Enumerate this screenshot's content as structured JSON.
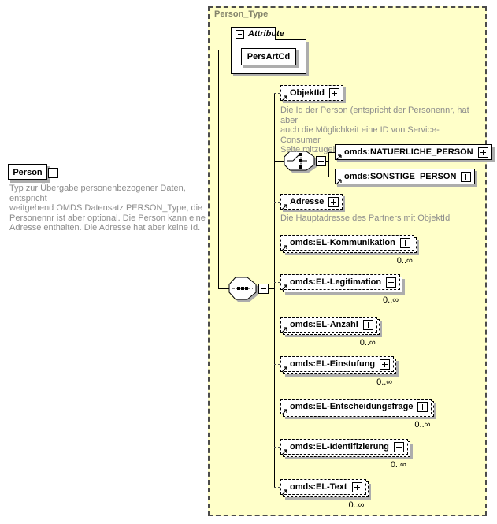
{
  "diagram": {
    "frame": {
      "label": "Person_Type"
    },
    "root": {
      "label": "Person",
      "annotation": "Typ zur Übergabe personenbezogener Daten, entspricht\nweitgehend OMDS Datensatz PERSON_Type, die\nPersonennr ist aber optional. Die Person kann eine\nAdresse enthalten. Die Adresse hat aber keine Id."
    },
    "attributes": {
      "section_label": "Attribute",
      "items": [
        {
          "name": "PersArtCd"
        }
      ]
    },
    "children": {
      "objektid": {
        "label": "ObjektId",
        "annotation": "Die Id der Person (entspricht der Personennr, hat aber\nauch die Möglichkeit eine ID von Service-Consumer\nSeite mitzugeben)"
      },
      "natuerliche_person": {
        "label": "omds:NATUERLICHE_PERSON"
      },
      "sonstige_person": {
        "label": "omds:SONSTIGE_PERSON"
      },
      "adresse": {
        "label": "Adresse",
        "annotation": "Die Hauptadresse des Partners mit ObjektId"
      },
      "el_kommunikation": {
        "label": "omds:EL-Kommunikation",
        "occurs": "0..∞"
      },
      "el_legitimation": {
        "label": "omds:EL-Legitimation",
        "occurs": "0..∞"
      },
      "el_anzahl": {
        "label": "omds:EL-Anzahl",
        "occurs": "0..∞"
      },
      "el_einstufung": {
        "label": "omds:EL-Einstufung",
        "occurs": "0..∞"
      },
      "el_entscheidungsfrage": {
        "label": "omds:EL-Entscheidungsfrage",
        "occurs": "0..∞"
      },
      "el_identifizierung": {
        "label": "omds:EL-Identifizierung",
        "occurs": "0..∞"
      },
      "el_text": {
        "label": "omds:EL-Text",
        "occurs": "0..∞"
      }
    },
    "colors": {
      "frame_background": "#ffffc9",
      "frame_label": "#83836b",
      "annotation_text": "#8c8c8c",
      "box_shadow": "#adadad",
      "line": "#000000"
    }
  }
}
